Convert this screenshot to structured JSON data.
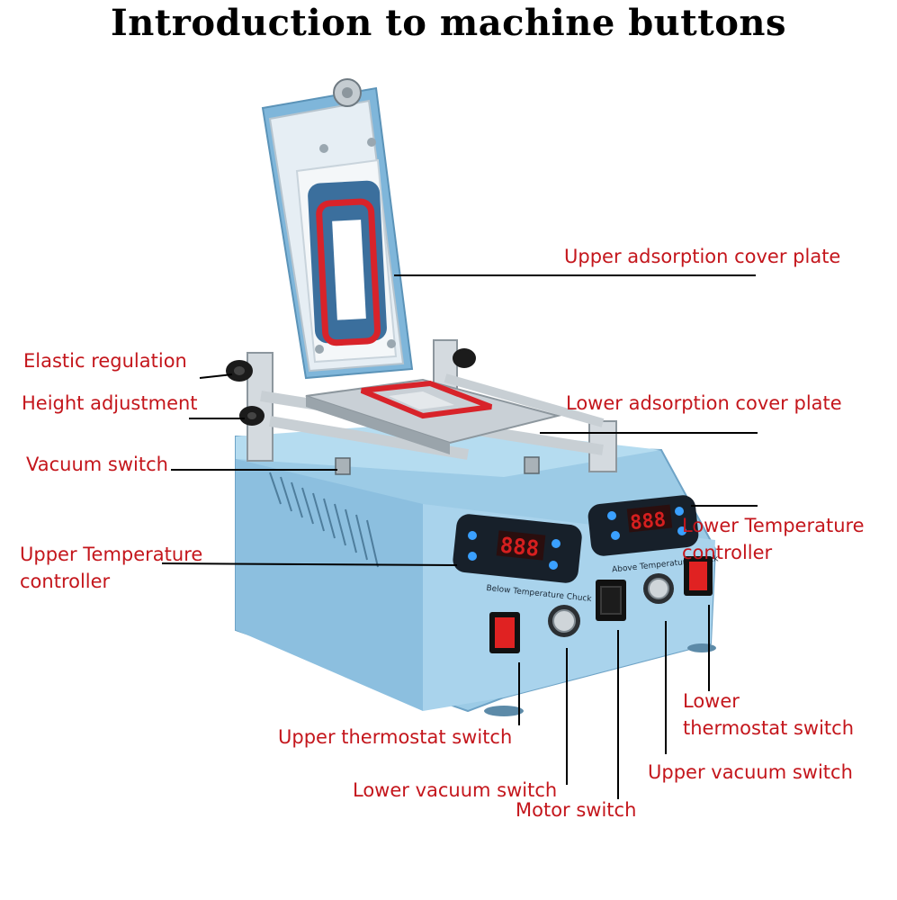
{
  "title": "Introduction to machine buttons",
  "colors": {
    "label": "#c4161c",
    "machine_body": "#9ccbe6",
    "machine_shadow": "#7bb0d2",
    "cover_plate": "#e6eef4",
    "gasket": "#d8232a",
    "panel": "#17202a",
    "display": "#d61f1f",
    "leader_line": "#000000"
  },
  "labels": {
    "upper_cover": "Upper adsorption cover plate",
    "elastic": "Elastic regulation",
    "height": "Height adjustment",
    "lower_cover": "Lower adsorption cover plate",
    "vacuum": "Vacuum switch",
    "lower_temp": "Lower Temperature\ncontroller",
    "upper_temp": "Upper Temperature\ncontroller",
    "lower_thermo": "Lower\nthermostat switch",
    "upper_thermo": "Upper thermostat switch",
    "upper_vac": "Upper vacuum switch",
    "lower_vac": "Lower vacuum switch",
    "motor": "Motor switch"
  },
  "panel_text": {
    "left_panel": "Below Temperature Chuck",
    "right_panel": "Above Temperature Chuck",
    "left_display": "888",
    "right_display": "888"
  },
  "icons": [
    "gear-knob-icon",
    "rocker-switch-icon",
    "push-button-icon"
  ]
}
